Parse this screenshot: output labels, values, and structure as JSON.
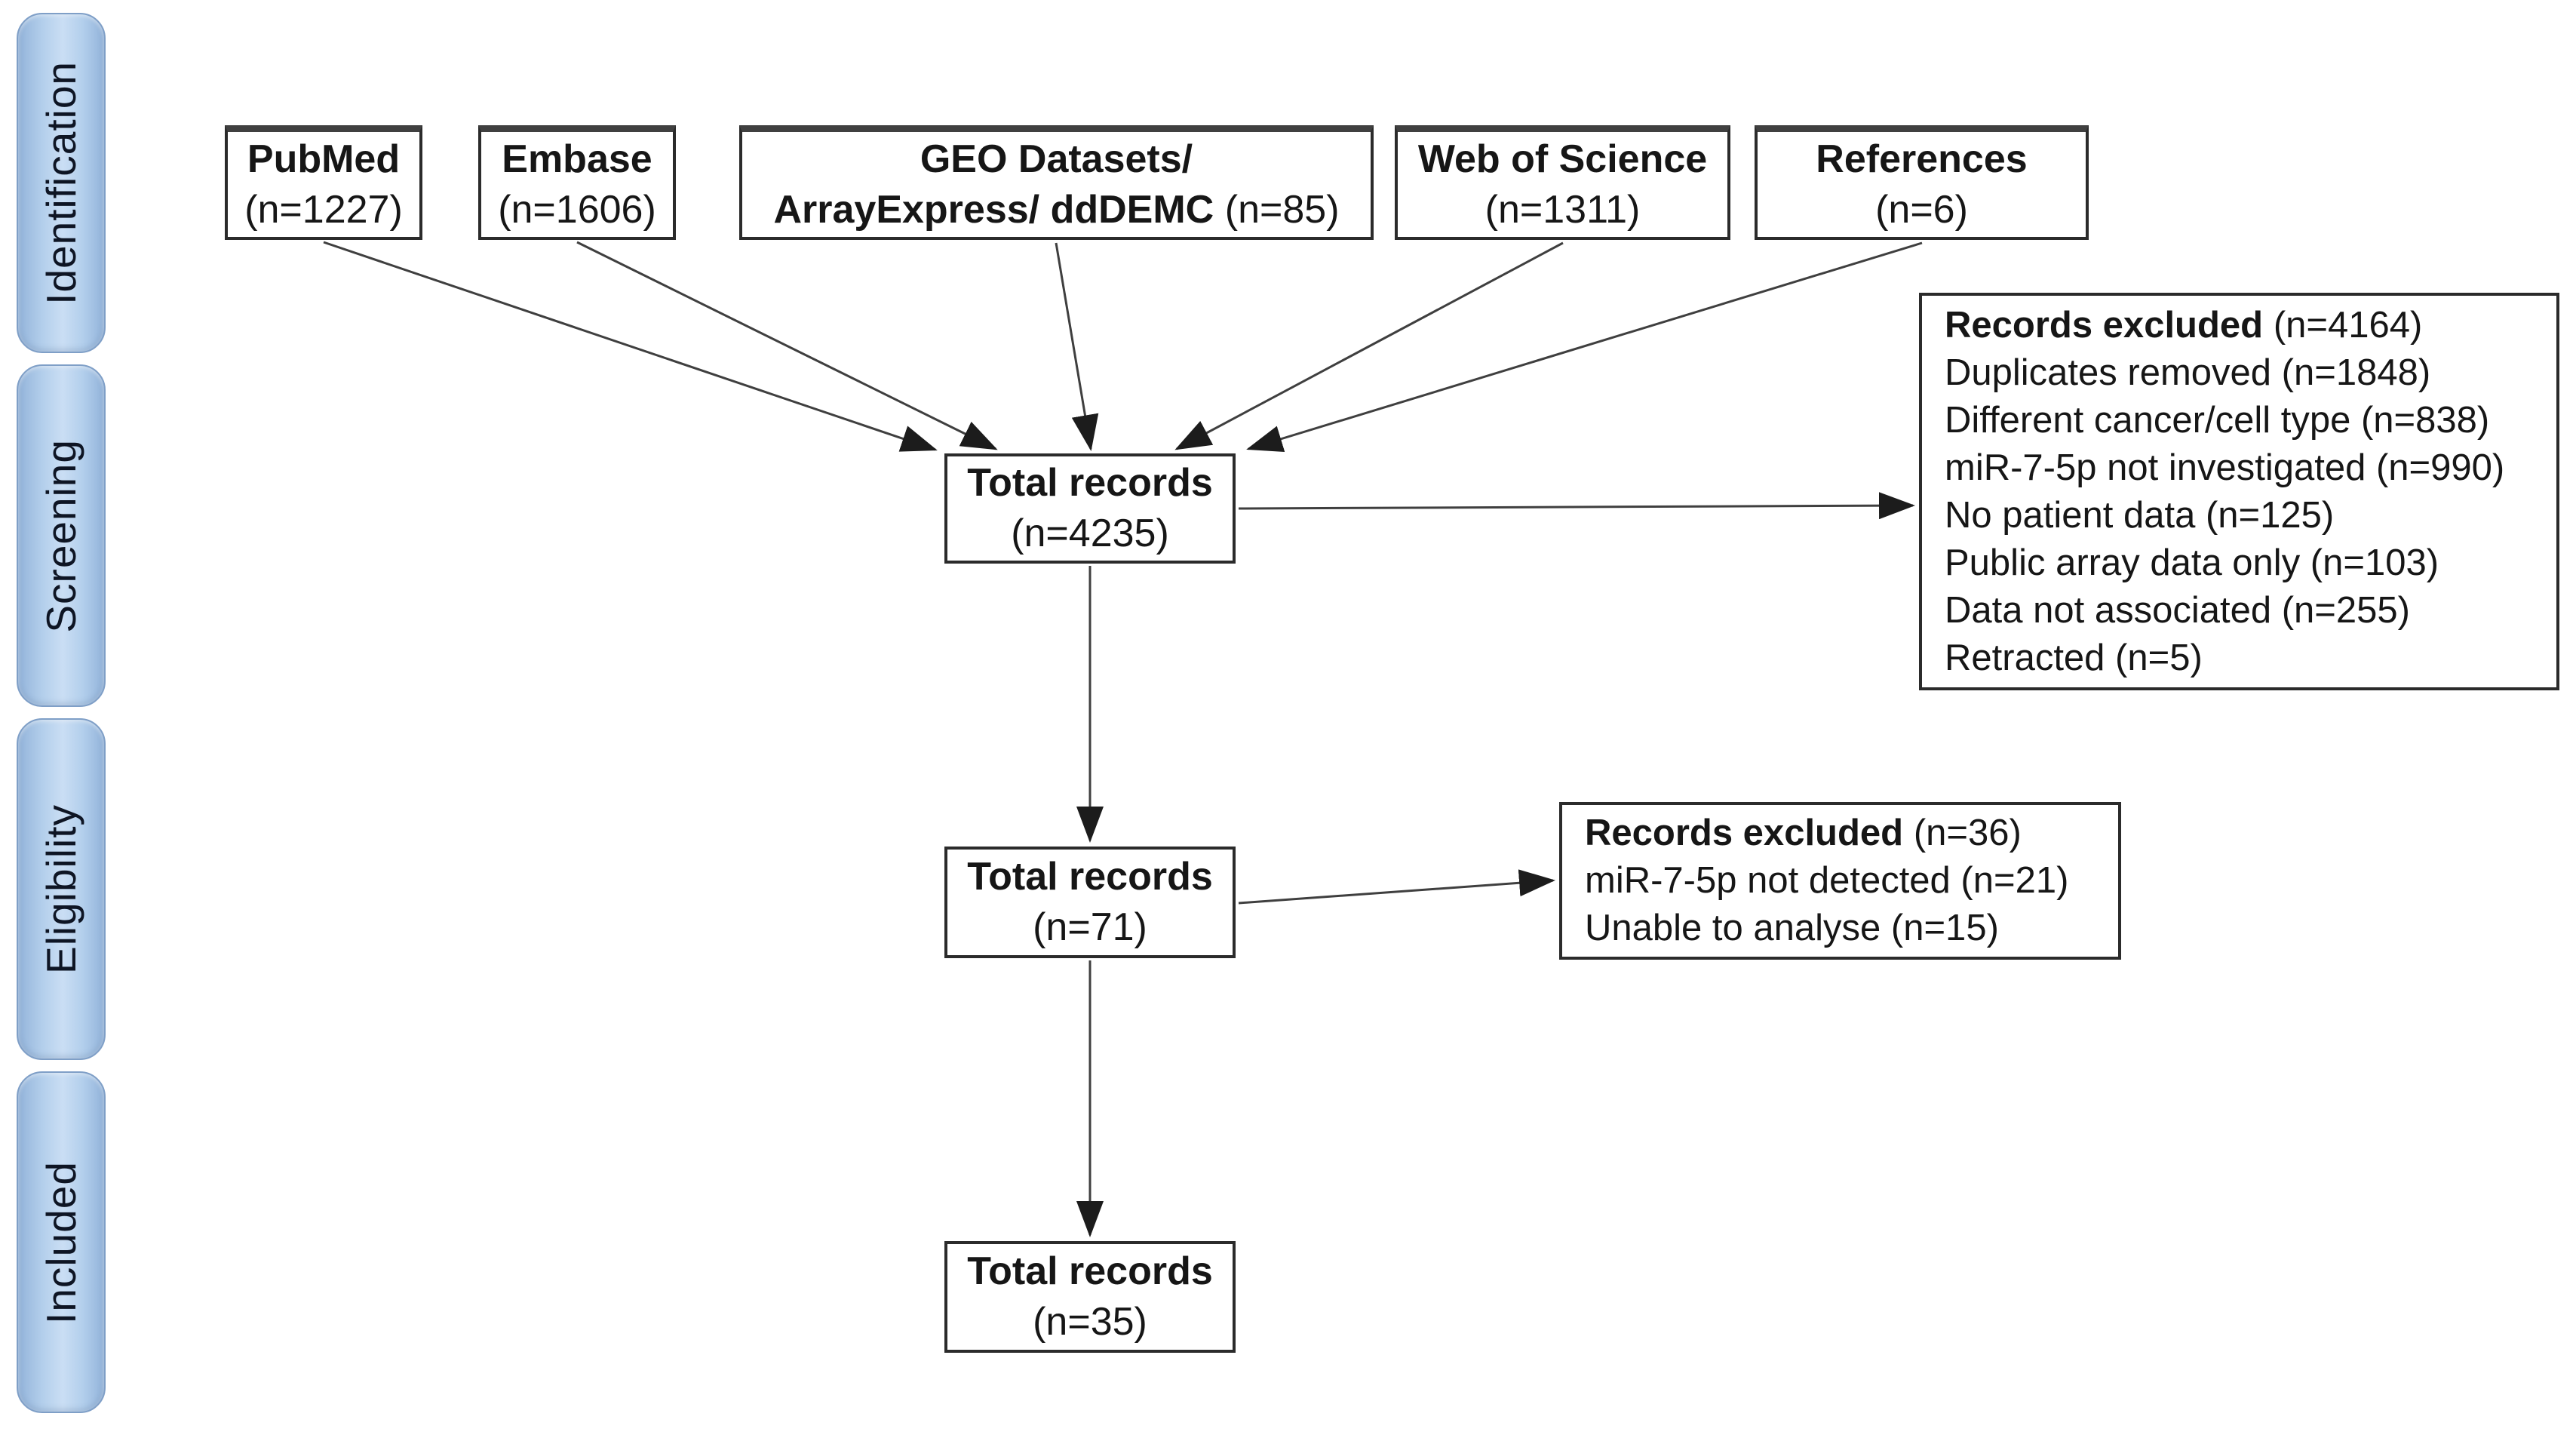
{
  "stages": [
    {
      "label": "Identification"
    },
    {
      "label": "Screening"
    },
    {
      "label": "Eligibility"
    },
    {
      "label": "Included"
    }
  ],
  "sources": [
    {
      "name": "PubMed",
      "count": "(n=1227)"
    },
    {
      "name": "Embase",
      "count": "(n=1606)"
    },
    {
      "name_line1": "GEO Datasets/",
      "name_line2": "ArrayExpress/ ddDEMC",
      "count": "(n=85)"
    },
    {
      "name": "Web of Science",
      "count": "(n=1311)"
    },
    {
      "name": "References",
      "count": "(n=6)"
    }
  ],
  "screening": {
    "total_box": {
      "title": "Total records",
      "count": "(n=4235)"
    },
    "excluded_box": {
      "title": "Records excluded",
      "count": "(n=4164)",
      "reasons": [
        "Duplicates removed (n=1848)",
        "Different cancer/cell type (n=838)",
        "miR-7-5p not investigated (n=990)",
        "No patient data (n=125)",
        "Public array data only (n=103)",
        "Data not associated (n=255)",
        "Retracted (n=5)"
      ]
    }
  },
  "eligibility": {
    "total_box": {
      "title": "Total records",
      "count": "(n=71)"
    },
    "excluded_box": {
      "title": "Records excluded",
      "count": "(n=36)",
      "reasons": [
        "miR-7-5p not detected (n=21)",
        "Unable to analyse (n=15)"
      ]
    }
  },
  "included": {
    "total_box": {
      "title": "Total records",
      "count": "(n=35)"
    }
  },
  "colors": {
    "stage_pill_light": "#cadef4",
    "stage_pill_dark": "#92b3da",
    "stage_text": "#0e1524",
    "box_border": "#2b2b2b",
    "arrow": "#3f3f3f",
    "text": "#161616",
    "background": "#ffffff"
  }
}
